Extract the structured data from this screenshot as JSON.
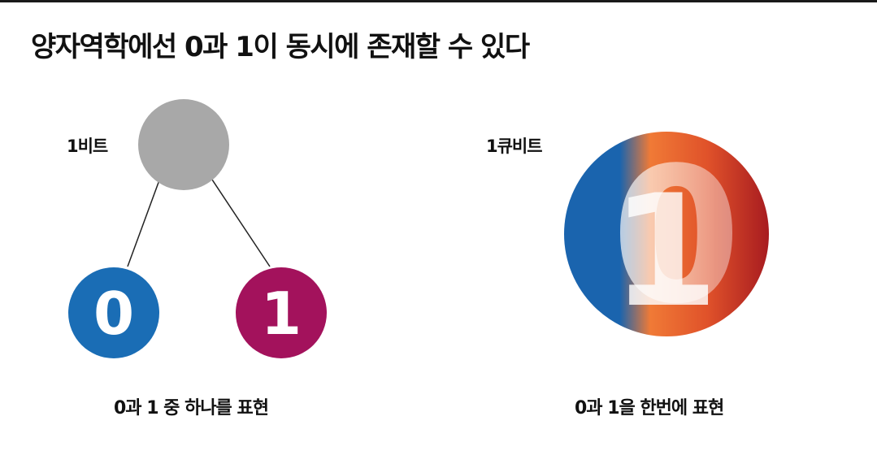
{
  "title": "양자역학에선 0과 1이 동시에 존재할 수 있다",
  "bit": {
    "label": "1비트",
    "node_zero": "0",
    "node_one": "1",
    "caption": "0과 1 중 하나를 표현",
    "colors": {
      "top": "#a8a8a8",
      "zero": "#1a6db5",
      "one": "#a3125c"
    }
  },
  "qubit": {
    "label": "1큐비트",
    "glyph_zero": "0",
    "glyph_one": "1",
    "caption": "0과 1을 한번에 표현",
    "colors": {
      "blue": "#1a64ae",
      "orange": "#e8642c",
      "red": "#b01e22"
    }
  }
}
